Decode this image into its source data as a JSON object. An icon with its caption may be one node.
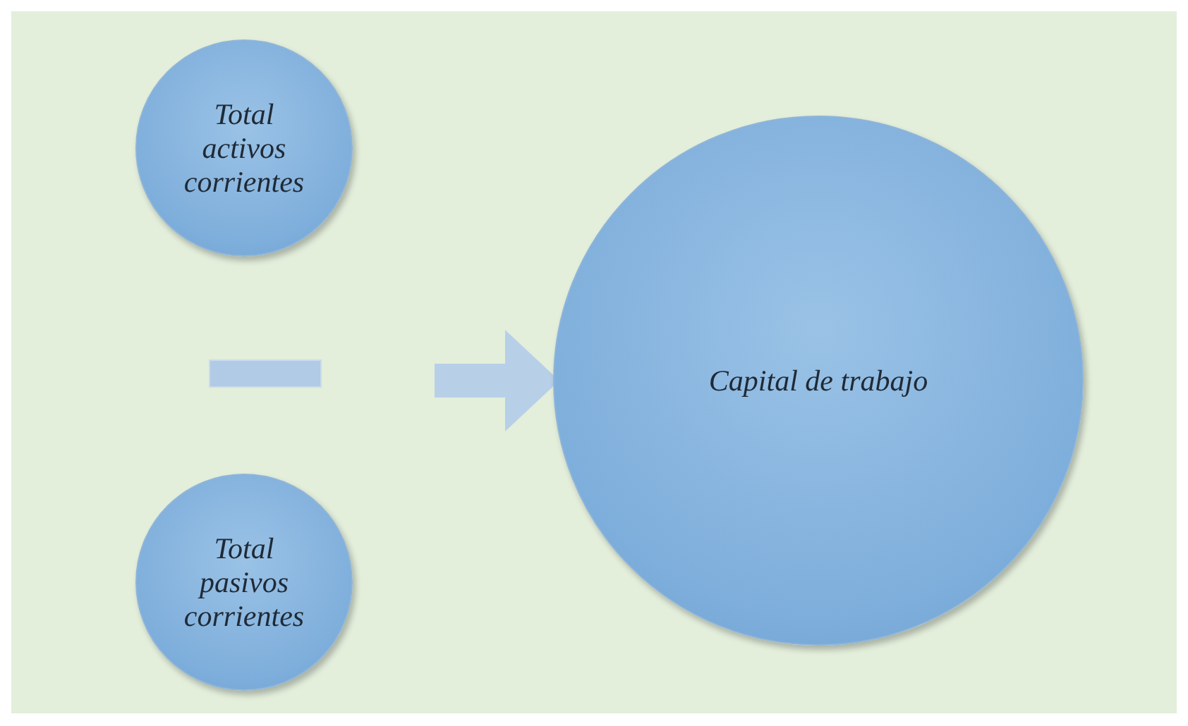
{
  "diagram": {
    "nodes": [
      {
        "text": [
          "Total activos corrientes"
        ]
      },
      {
        "text": [],
        "shape": "bar"
      },
      {
        "text": [
          "Total pasivos corrientes"
        ]
      },
      {
        "text": [
          "Capital de trabajo"
        ]
      }
    ],
    "edges": [
      {
        "from": null,
        "to": 3,
        "arrow": "to"
      }
    ]
  }
}
